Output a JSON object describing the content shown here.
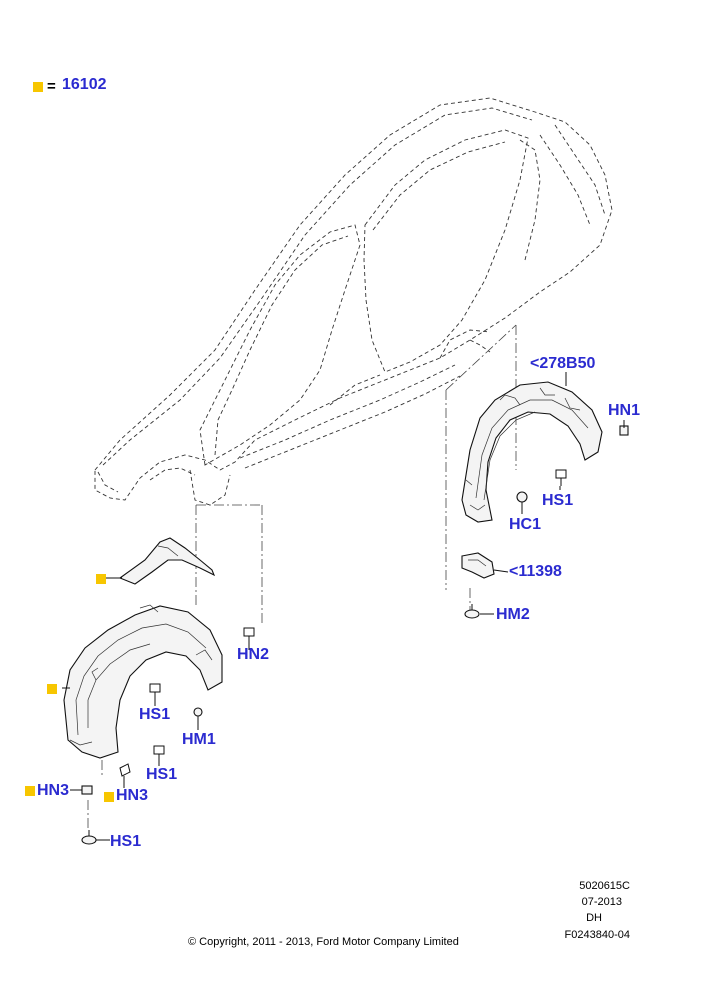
{
  "legend": {
    "equals": "=",
    "part_number": "16102",
    "marker_color": "#f7c600"
  },
  "callouts": {
    "c_278b50": "<278B50",
    "c_hn1": "HN1",
    "c_hs1_right": "HS1",
    "c_hc1": "HC1",
    "c_11398": "<11398",
    "c_hm2": "HM2",
    "c_hn2": "HN2",
    "c_hs1_mid": "HS1",
    "c_hm1": "HM1",
    "c_hs1_low": "HS1",
    "c_hn3_left": "HN3",
    "c_hn3_right": "HN3",
    "c_hs1_bottom": "HS1"
  },
  "label_color": "#2b2bd0",
  "meta": {
    "drawing_code": "5020615C",
    "date": "07-2013",
    "initials": "DH",
    "figure_id": "F0243840-04"
  },
  "copyright": "© Copyright, 2011 - 2013, Ford Motor Company Limited"
}
